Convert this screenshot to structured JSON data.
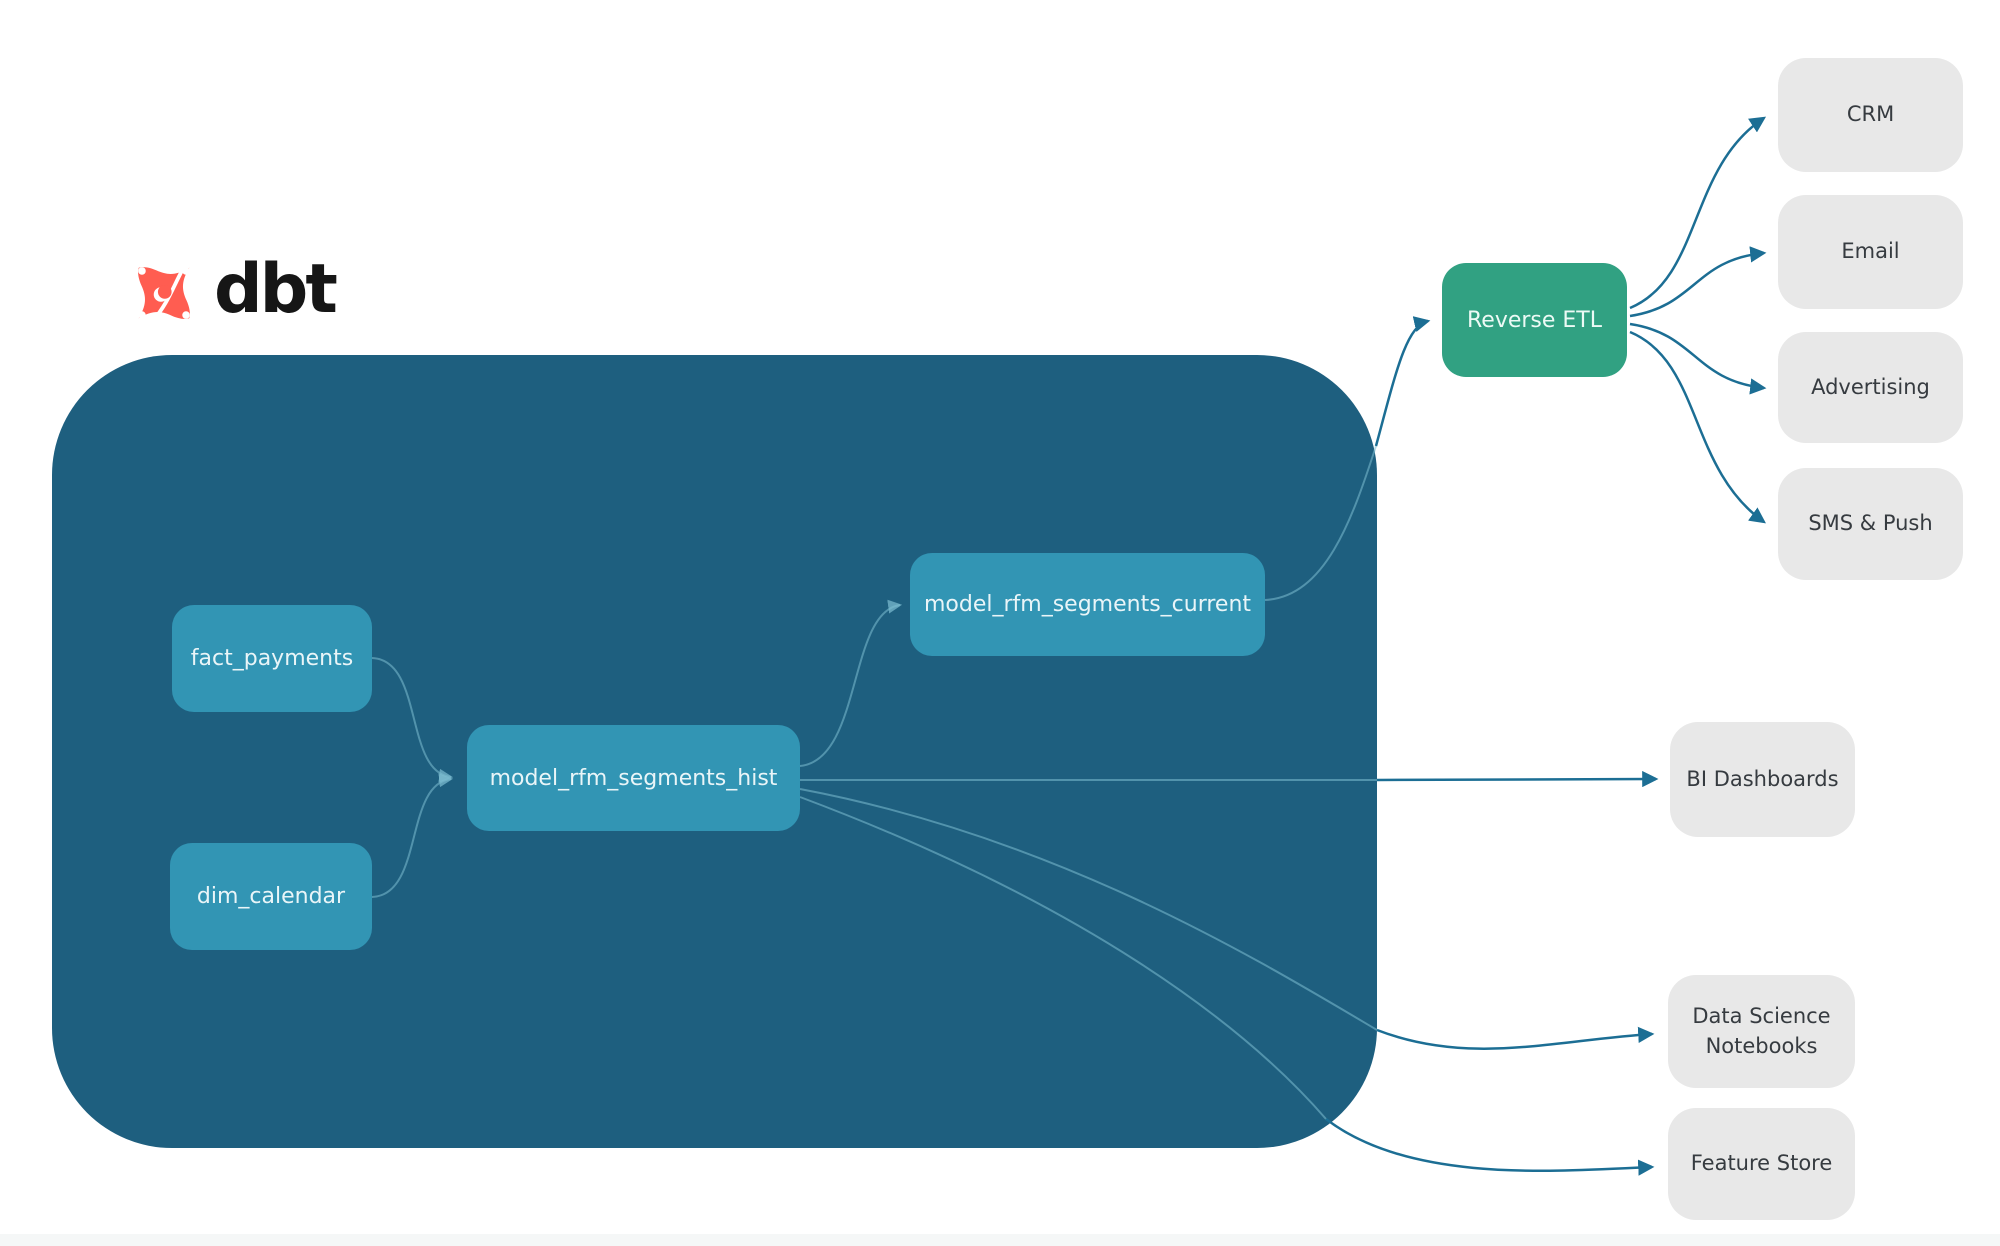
{
  "brand": {
    "name": "dbt"
  },
  "colors": {
    "dbt_orange": "#ff5d51",
    "container_bg": "#1e5f7f",
    "model_node_bg": "#3295b4",
    "model_node_text": "#e9f5f8",
    "reverse_etl_bg": "#31a182",
    "destination_bg": "#e8e8e8",
    "destination_text": "#363b40",
    "edge_dark": "#1c6e94",
    "edge_faint": "#7ebdd2"
  },
  "dbt_group": {
    "nodes": {
      "fact_payments": {
        "label": "fact_payments"
      },
      "dim_calendar": {
        "label": "dim_calendar"
      },
      "hist": {
        "label": "model_rfm_segments_hist"
      },
      "current": {
        "label": "model_rfm_segments_current"
      }
    }
  },
  "reverse_etl": {
    "label": "Reverse ETL"
  },
  "activation_targets": {
    "crm": {
      "label": "CRM"
    },
    "email": {
      "label": "Email"
    },
    "advertising": {
      "label": "Advertising"
    },
    "sms_push": {
      "label": "SMS & Push"
    }
  },
  "analytics_targets": {
    "bi_dashboards": {
      "label": "BI Dashboards"
    },
    "ds_notebooks": {
      "label": "Data Science Notebooks"
    },
    "feature_store": {
      "label": "Feature Store"
    }
  }
}
